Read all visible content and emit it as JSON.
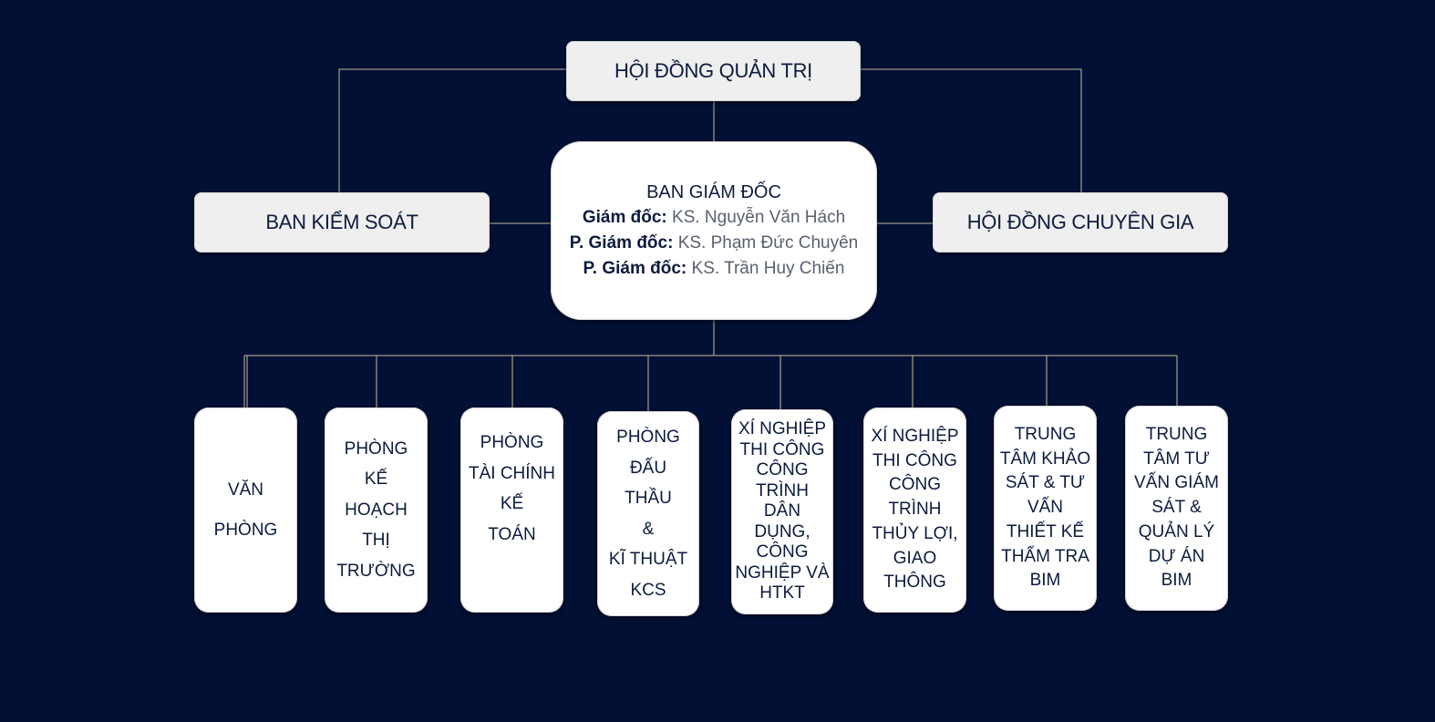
{
  "board": {
    "label": "HỘI ĐỒNG QUẢN TRỊ"
  },
  "supervisory": {
    "label": "BAN KIỂM SOÁT"
  },
  "experts": {
    "label": "HỘI ĐỒNG CHUYÊN GIA"
  },
  "directorate": {
    "title": "BAN GIÁM ĐỐC",
    "members": [
      {
        "role": "Giám đốc:",
        "name": "KS. Nguyễn Văn Hách"
      },
      {
        "role": "P. Giám đốc:",
        "name": "KS. Phạm Đức Chuyên"
      },
      {
        "role": "P. Giám đốc:",
        "name": "KS. Trần Huy Chiến"
      }
    ]
  },
  "departments": [
    {
      "lines": [
        "VĂN",
        "PHÒNG"
      ]
    },
    {
      "lines": [
        "PHÒNG",
        "KẾ",
        "HOẠCH",
        "THỊ",
        "TRƯỜNG"
      ]
    },
    {
      "lines": [
        "PHÒNG",
        "TÀI CHÍNH",
        "KẾ",
        "TOÁN"
      ]
    },
    {
      "lines": [
        "PHÒNG",
        "ĐẤU",
        "THẦU",
        "&",
        "KĨ THUẬT",
        "KCS"
      ]
    },
    {
      "lines": [
        "XÍ NGHIỆP",
        "THI CÔNG",
        "CÔNG",
        "TRÌNH",
        "DÂN",
        "DỤNG,",
        "CÔNG",
        "NGHIỆP VÀ",
        "HTKT"
      ]
    },
    {
      "lines": [
        "XÍ NGHIỆP",
        "THI CÔNG",
        "CÔNG",
        "TRÌNH",
        "THỦY LỢI,",
        "GIAO",
        "THÔNG"
      ]
    },
    {
      "lines": [
        "TRUNG",
        "TÂM KHẢO",
        "SÁT & TƯ",
        "VẤN",
        "THIẾT KẾ",
        "THẨM TRA",
        "BIM"
      ]
    },
    {
      "lines": [
        "TRUNG",
        "TÂM TƯ",
        "VẤN GIÁM",
        "SÁT &",
        "QUẢN LÝ",
        "DỰ ÁN",
        "BIM"
      ]
    }
  ],
  "colors": {
    "background": "#011034",
    "connector": "#c8bc9a",
    "box": "#efefef",
    "text": "#0d1b3e"
  }
}
